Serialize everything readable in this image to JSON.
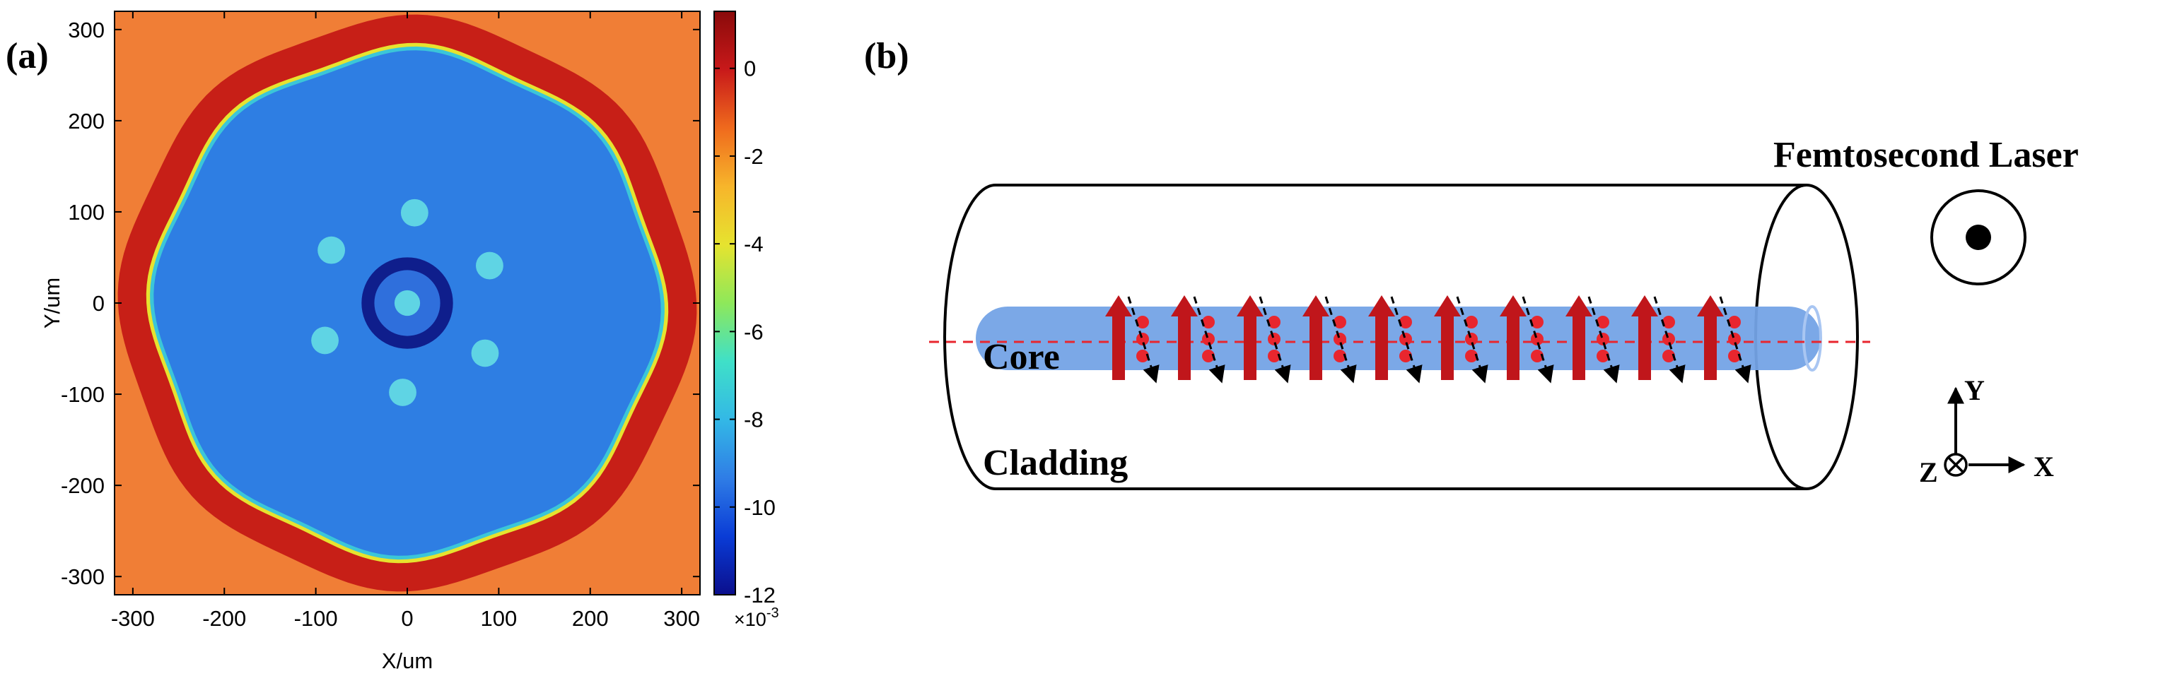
{
  "panel_a": {
    "label": "(a)",
    "colorbar": {
      "multiplier": "×10",
      "exponent": "-3",
      "stops": [
        "#0b0e8c",
        "#0a3cd6",
        "#2f7de6",
        "#33b8e6",
        "#3fe0c8",
        "#8ee85a",
        "#e6e32f",
        "#f7b52b",
        "#ef6a1d",
        "#c8191a",
        "#8a0a0a"
      ]
    },
    "colors": {
      "background": "#f07e36",
      "ring": "#c41a16",
      "interior": "#2e7ee3",
      "center_ring": "#0f1e8c",
      "spots": "#5fd4e4"
    },
    "chart_data": {
      "type": "heatmap",
      "xlabel": "X/um",
      "ylabel": "Y/um",
      "xlim": [
        -320,
        320
      ],
      "ylim": [
        -320,
        320
      ],
      "x_ticks": [
        -300,
        -200,
        -100,
        0,
        100,
        200,
        300
      ],
      "y_ticks": [
        300,
        200,
        100,
        0,
        -100,
        -200,
        -300
      ],
      "colorbar_ticks": [
        0,
        -2,
        -4,
        -6,
        -8,
        -10,
        -12
      ],
      "colorbar_range": [
        -12,
        1.3
      ]
    }
  },
  "panel_b": {
    "label": "(b)",
    "laser_label": "Femtosecond Laser",
    "core_label": "Core",
    "cladding_label": "Cladding",
    "axes": {
      "y": "Y",
      "x": "X",
      "z": "Z"
    },
    "colors": {
      "core": "#74a3e6",
      "arrow": "#c0161b",
      "dot": "#e8262e",
      "axis_line": "#e8262e"
    }
  }
}
